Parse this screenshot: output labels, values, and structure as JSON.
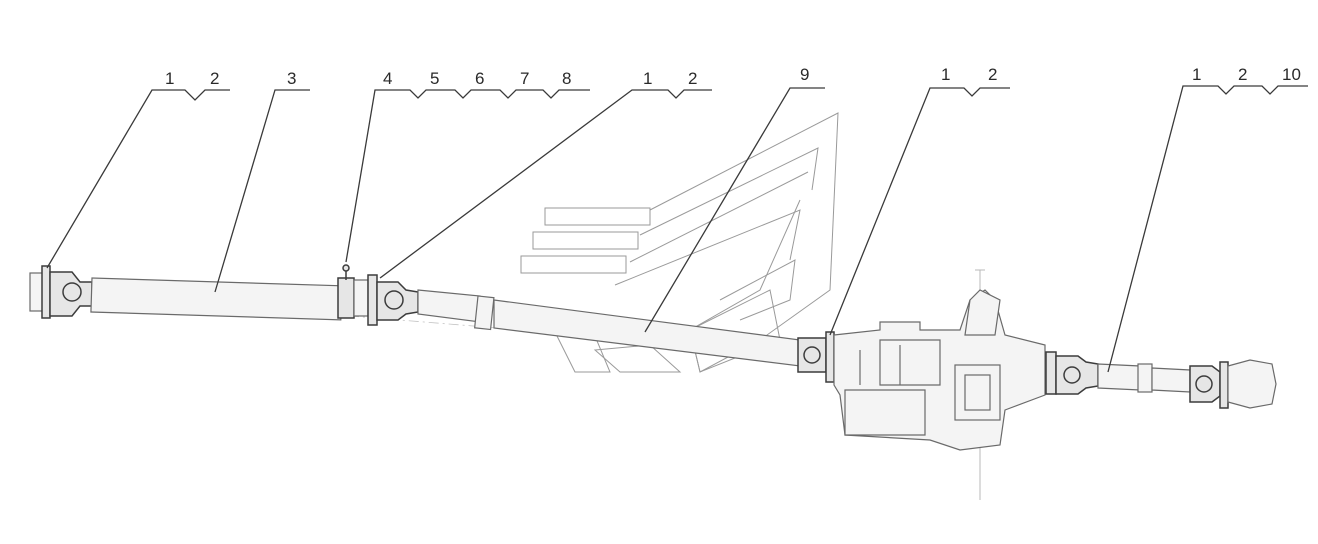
{
  "callouts": [
    {
      "id": "g1",
      "numbers": [
        "1",
        "2"
      ]
    },
    {
      "id": "g2",
      "numbers": [
        "3"
      ]
    },
    {
      "id": "g3",
      "numbers": [
        "4",
        "5",
        "6",
        "7",
        "8"
      ]
    },
    {
      "id": "g4",
      "numbers": [
        "1",
        "2"
      ]
    },
    {
      "id": "g5",
      "numbers": [
        "9"
      ]
    },
    {
      "id": "g6",
      "numbers": [
        "1",
        "2"
      ]
    },
    {
      "id": "g7",
      "numbers": [
        "1",
        "2",
        "10"
      ]
    }
  ],
  "watermark": "stamp-logo",
  "colors": {
    "line": "#3a3a3a",
    "part": "#6a6a6a",
    "watermark": "#9a9a9a"
  }
}
